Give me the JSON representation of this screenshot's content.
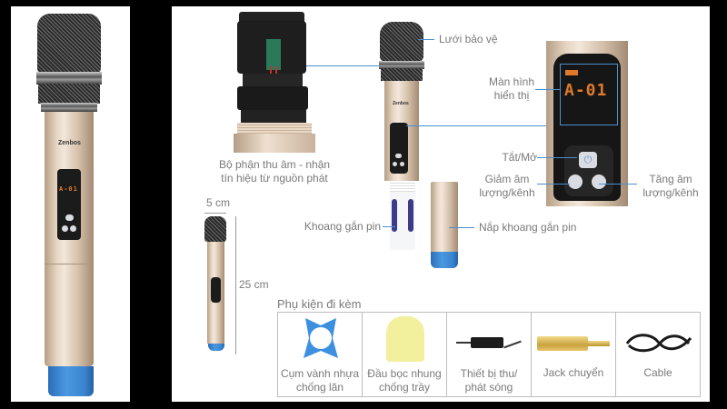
{
  "product": {
    "brand": "Zenbos",
    "display_reading": "A-01",
    "colors": {
      "body": "#e7d6c4",
      "cap": "#3a84cf",
      "leader_line": "#4a8fd0",
      "label_text": "#7a7a7a",
      "led": "#e07a2a"
    }
  },
  "callouts": {
    "receiver": {
      "line1": "Bộ phận thu âm - nhận",
      "line2": "tín hiệu từ nguồn phát"
    },
    "grille": "Lưới bảo vệ",
    "display": {
      "line1": "Màn hình",
      "line2": "hiển thị"
    },
    "power": "Tắt/Mở",
    "vol_down": {
      "line1": "Giảm âm",
      "line2": "lượng/kênh"
    },
    "vol_up": {
      "line1": "Tăng âm",
      "line2": "lượng/kênh"
    },
    "battery_bay": "Khoang gắn pin",
    "battery_cover": "Nắp khoang gắn pin"
  },
  "dimensions": {
    "width": "5 cm",
    "height": "25 cm"
  },
  "accessories": {
    "title": "Phụ kiện đi kèm",
    "items": [
      {
        "line1": "Cụm vành nhựa",
        "line2": "chống lăn",
        "icon": "anti-roll-ring-icon"
      },
      {
        "line1": "Đầu bọc nhung",
        "line2": "chống trầy",
        "icon": "foam-cover-icon"
      },
      {
        "line1": "Thiết bị thu/",
        "line2": "phát sóng",
        "icon": "receiver-device-icon"
      },
      {
        "line1": "Jack chuyển",
        "line2": "",
        "icon": "adapter-jack-icon"
      },
      {
        "line1": "Cable",
        "line2": "",
        "icon": "cable-icon"
      }
    ]
  }
}
